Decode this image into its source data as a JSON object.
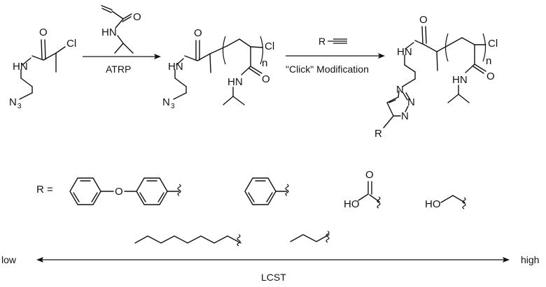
{
  "reaction": {
    "monomer": {
      "amide_nh": "HN",
      "carbonyl_o": "O"
    },
    "initiator": {
      "amide_nh": "HN",
      "carbonyl_o": "O",
      "chloride": "Cl",
      "azide_n": "N",
      "azide_sub": "3"
    },
    "step1_label": "ATRP",
    "polymer": {
      "amide_nh": "HN",
      "carbonyl_o": "O",
      "chloride": "Cl",
      "repeat": "n",
      "azide_n": "N",
      "azide_sub": "3",
      "side_nh": "HN",
      "side_o": "O"
    },
    "alkyne_r": "R",
    "step2_label": "\"Click\" Modification",
    "product": {
      "amide_nh": "HN",
      "carbonyl_o": "O",
      "chloride": "Cl",
      "repeat": "n",
      "side_nh": "HN",
      "side_o": "O",
      "triazole_n1": "N",
      "triazole_n2": "N",
      "triazole_n3": "N",
      "r_group": "R"
    }
  },
  "substituents": {
    "r_equals": "R =",
    "ether_o": "O",
    "acid_o": "O",
    "acid_ho": "HO",
    "alcohol_ho": "HO"
  },
  "scale": {
    "low": "low",
    "high": "high",
    "axis_label": "LCST"
  }
}
